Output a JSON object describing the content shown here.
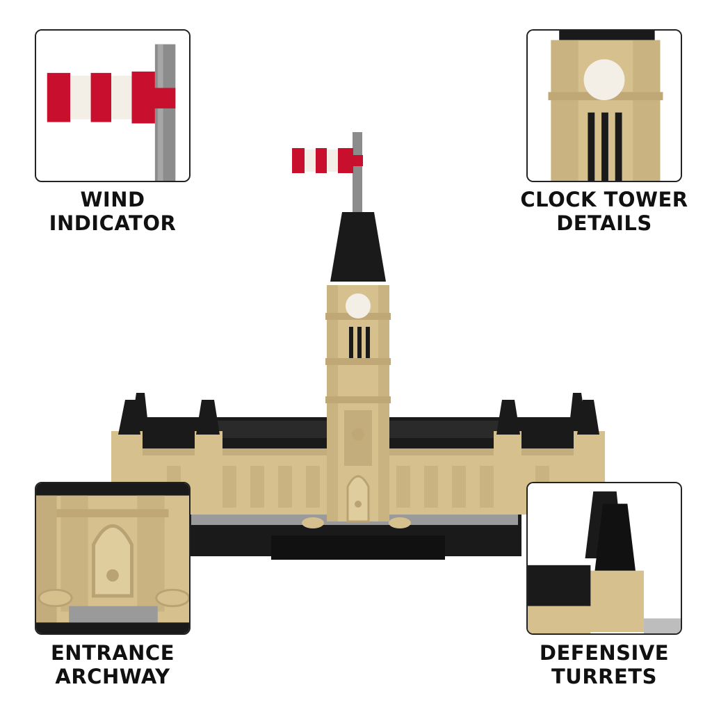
{
  "callouts": {
    "top_left": {
      "line1": "WIND",
      "line2": "INDICATOR"
    },
    "top_right": {
      "line1": "CLOCK TOWER",
      "line2": "DETAILS"
    },
    "bottom_left": {
      "line1": "ENTRANCE",
      "line2": "ARCHWAY"
    },
    "bottom_right": {
      "line1": "DEFENSIVE",
      "line2": "TURRETS"
    }
  },
  "colors": {
    "tan": "#d6c08e",
    "tan_dark": "#b9a274",
    "black": "#1a1a1a",
    "red": "#c8102e",
    "white": "#f3eee6",
    "grey": "#8c8c8c",
    "light_grey": "#bdbdbd"
  }
}
